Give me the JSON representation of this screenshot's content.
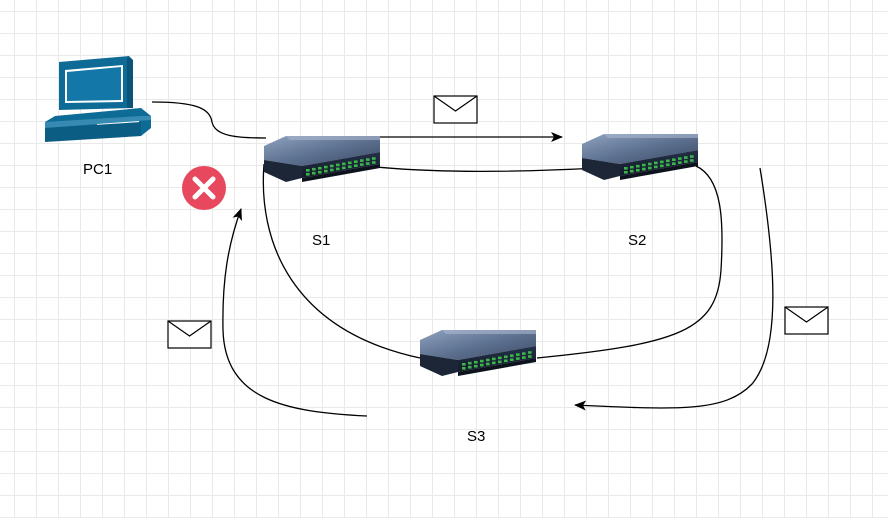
{
  "nodes": {
    "pc1": {
      "label": "PC1",
      "icon": "desktop-computer-icon"
    },
    "s1": {
      "label": "S1",
      "icon": "network-switch-icon"
    },
    "s2": {
      "label": "S2",
      "icon": "network-switch-icon"
    },
    "s3": {
      "label": "S3",
      "icon": "network-switch-icon"
    }
  },
  "markers": {
    "blocked": {
      "icon": "blocked-x-icon",
      "color": "#e8485e"
    }
  },
  "messages": [
    {
      "icon": "envelope-icon",
      "direction": "s1-to-s2"
    },
    {
      "icon": "envelope-icon",
      "direction": "s2-to-s3"
    },
    {
      "icon": "envelope-icon",
      "direction": "s3-to-s1"
    }
  ],
  "colors": {
    "pc": "#0e6b96",
    "switch_body": "#2d3d55",
    "switch_ports": "#3bb54a",
    "link": "#000000"
  }
}
